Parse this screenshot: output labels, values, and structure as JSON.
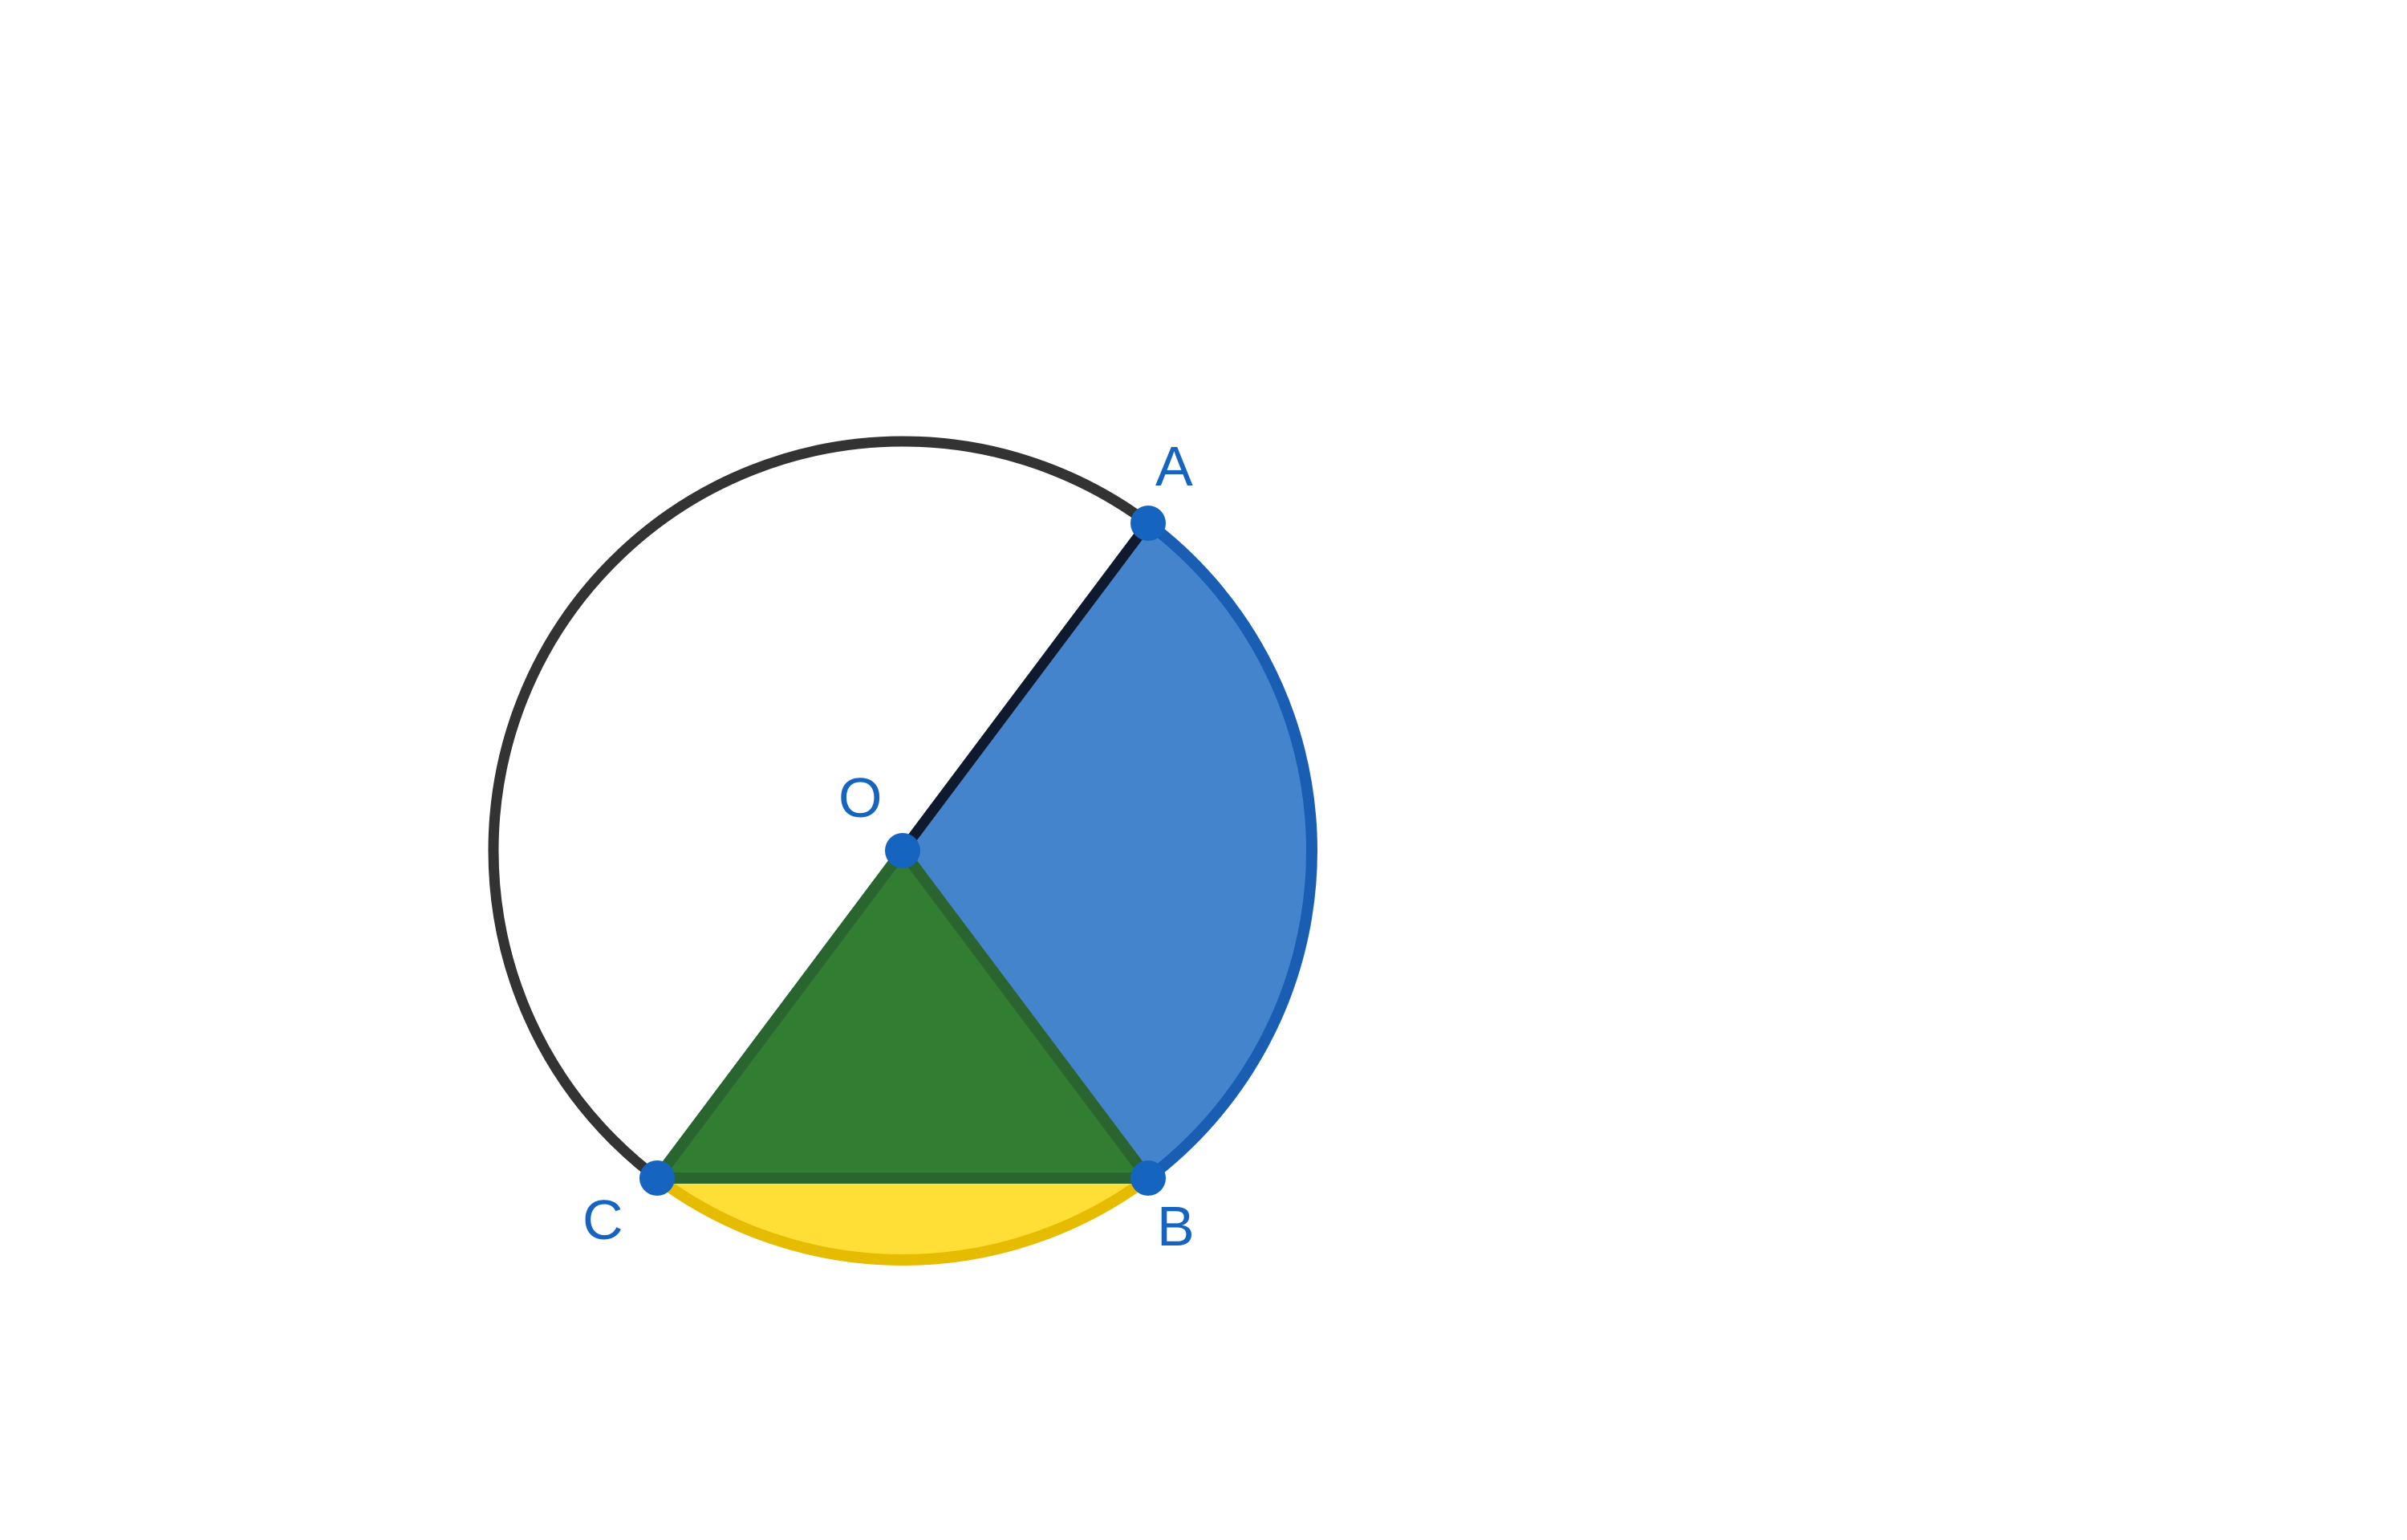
{
  "figure": {
    "points": {
      "A": {
        "label": "A"
      },
      "B": {
        "label": "B"
      },
      "C": {
        "label": "C"
      },
      "O": {
        "label": "O"
      }
    }
  },
  "colors": {
    "circle_stroke": "#333333",
    "radius_stroke": "#0f1a2e",
    "sector_fill": "#4484cc",
    "sector_stroke": "#1a5eb4",
    "triangle_fill": "#317d32",
    "triangle_stroke": "#2a6530",
    "segment_fill": "#ffdf36",
    "segment_stroke": "#e6bc00",
    "point_fill": "#1565c0",
    "label_color": "#1565c0"
  }
}
